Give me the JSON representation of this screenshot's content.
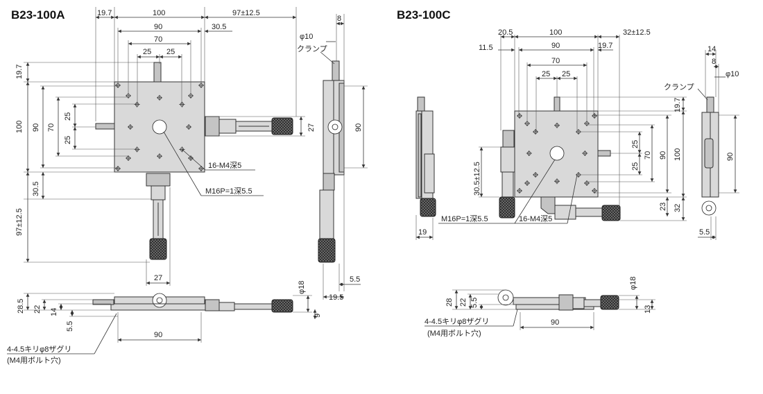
{
  "models": [
    {
      "name": "B23-100A"
    },
    {
      "name": "B23-100C"
    }
  ],
  "dims_a": {
    "top_19_7": "19.7",
    "top_100": "100",
    "top_97": "97±12.5",
    "top_90": "90",
    "top_30_5": "30.5",
    "top_70": "70",
    "top_25a": "25",
    "top_25b": "25",
    "left_19_7": "19.7",
    "left_100": "100",
    "left_90": "90",
    "left_70": "70",
    "left_25a": "25",
    "left_25b": "25",
    "left_30_5": "30.5",
    "left_97": "97±12.5",
    "bottom_27": "27",
    "right_27": "27",
    "side_8": "8",
    "side_phi10": "φ10",
    "side_clamp": "クランプ",
    "side_90": "90",
    "side_5_5": "5.5",
    "side_19_5": "19.5",
    "callout_holes": "16-M4深5",
    "callout_center": "M16P=1深5.5",
    "front_28_5": "28.5",
    "front_22": "22",
    "front_14": "14",
    "front_5_5": "5.5",
    "front_90": "90",
    "front_phi18": "φ18",
    "front_9": "9",
    "front_note1": "4-4.5キリφ8ザグリ",
    "front_note2": "(M4用ボルト穴)"
  },
  "dims_c": {
    "top_20_5": "20.5",
    "top_100": "100",
    "top_32": "32±12.5",
    "top_11_5": "11.5",
    "top_90": "90",
    "top_19_7": "19.7",
    "top_70": "70",
    "top_25a": "25",
    "top_25b": "25",
    "right_19_7": "19.7",
    "right_25a": "25",
    "right_25b": "25",
    "right_70": "70",
    "right_90": "90",
    "right_100": "100",
    "right_23": "23",
    "right_32": "32",
    "left_30_5": "30.5±12.5",
    "left_19": "19",
    "callout_center": "M16P=1深5.5",
    "callout_holes": "16-M4深5",
    "side_14": "14",
    "side_8": "8",
    "side_phi10": "φ10",
    "side_clamp": "クランプ",
    "side_90": "90",
    "side_5_5": "5.5",
    "front_28": "28",
    "front_22": "22",
    "front_5_5": "5.5",
    "front_90": "90",
    "front_phi18": "φ18",
    "front_13": "13",
    "front_note1": "4-4.5キリφ8ザグリ",
    "front_note2": "(M4用ボルト穴)"
  }
}
